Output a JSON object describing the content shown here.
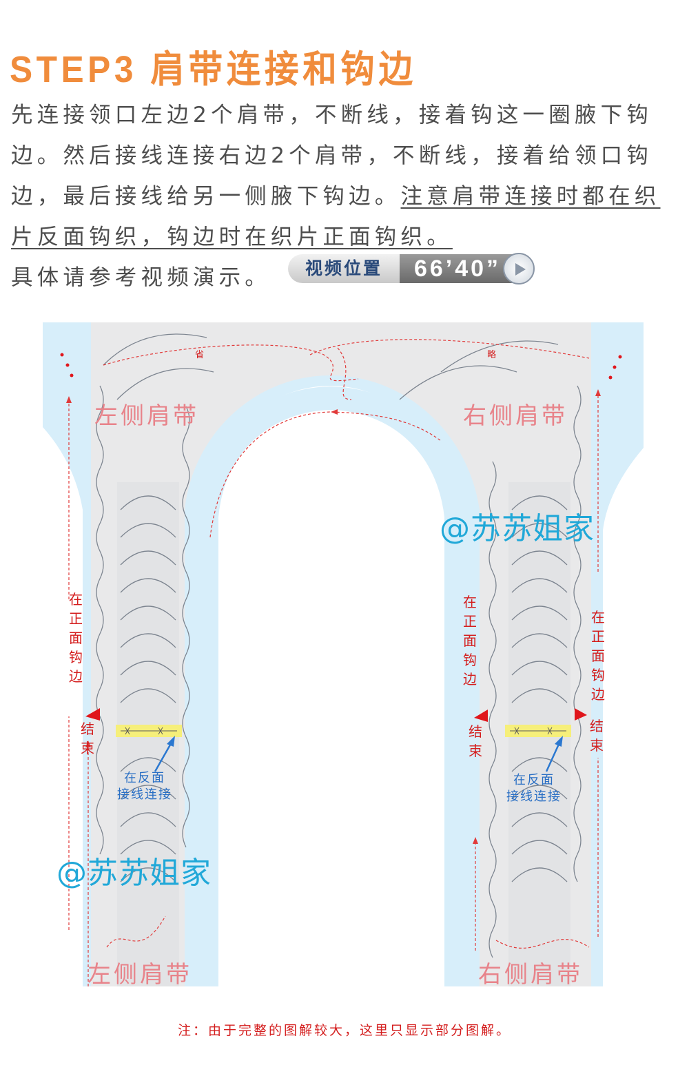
{
  "header": {
    "title": "STEP3  肩带连接和钩边"
  },
  "instructions": {
    "part1": "先连接领口左边2个肩带，不断线，接着钩这一圈腋下钩边。然后接线连接右边2个肩带，不断线，接着给领口钩边，最后接线给另一侧腋下钩边。",
    "underlined": "注意肩带连接时都在织片反面钩织，钩边时在织片正面钩织。",
    "part2": "具体请参考视频演示。"
  },
  "video_badge": {
    "label": "视频位置",
    "time": "66’40”"
  },
  "diagram": {
    "omit_left": "省",
    "omit_right": "略",
    "left_strap_top": "左侧肩带",
    "right_strap_top": "右侧肩带",
    "left_strap_bottom": "左侧肩带",
    "right_strap_bottom": "右侧肩带",
    "watermark_1": "@苏苏姐家",
    "watermark_2": "@苏苏姐家",
    "edge_note_left": "在正面钩边",
    "edge_note_right_inner": "在正面钩边",
    "edge_note_right_outer": "在正面钩边",
    "end_left": "结束",
    "end_right_inner": "结束",
    "end_right_outer": "结束",
    "join_left_line1": "在反面",
    "join_left_line2": "接线连接",
    "join_right_line1": "在反面",
    "join_right_line2": "接线连接",
    "colors": {
      "band": "#d7eefa",
      "strap": "#e9e9ea",
      "stitch": "#7d8590",
      "guide": "#e13a3a",
      "join": "#f6ef7a",
      "arrow": "#2b78d0"
    }
  },
  "footnote": "注：由于完整的图解较大，这里只显示部分图解。"
}
